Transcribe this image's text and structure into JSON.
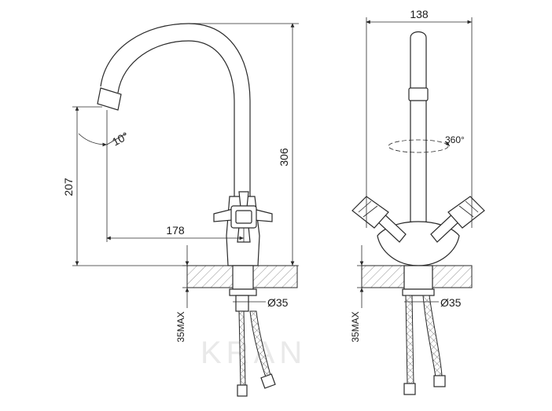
{
  "dimensions": {
    "reach": "178",
    "total_height": "306",
    "spout_height": "207",
    "width": "138",
    "max_counter_thickness_left": "35MAX",
    "max_counter_thickness_right": "35MAX",
    "hole_diameter_left": "Ø35",
    "hole_diameter_right": "Ø35",
    "swivel_angle": "360°",
    "spout_tilt": "10°"
  },
  "watermark": "KRAN"
}
